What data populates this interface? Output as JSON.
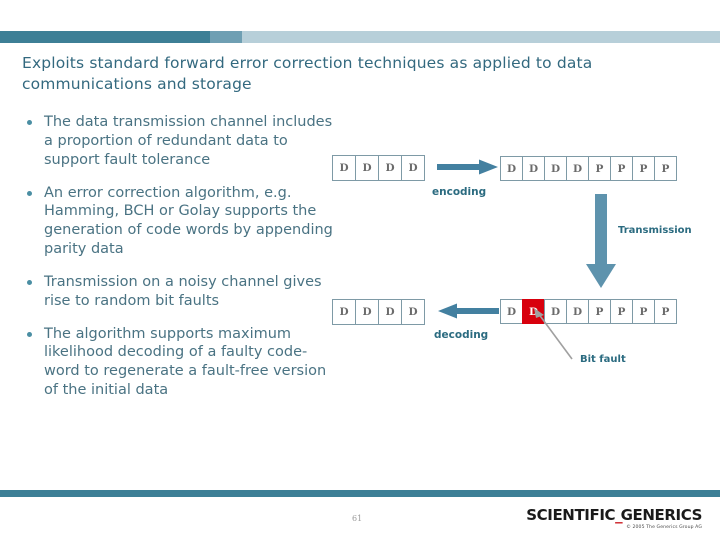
{
  "slide": {
    "title": "Exploits standard forward error correction techniques as applied to data communications and storage",
    "page_number": "61",
    "accent_dark": "#3d7f96",
    "accent_mid": "#6f9fb3",
    "accent_light": "#b7cfd9",
    "text_color": "#4a7383",
    "fault_color": "#d8000d"
  },
  "bullets": [
    {
      "text": "The data transmission channel includes a proportion of redundant data to support fault tolerance"
    },
    {
      "text": "An error correction algorithm, e.g. Hamming, BCH or Golay supports the generation of code words by appending parity data"
    },
    {
      "text": "Transmission on a noisy channel gives rise to random bit faults"
    },
    {
      "text": "The algorithm supports maximum likelihood decoding of a faulty code-word to regenerate a fault-free version of the initial data"
    }
  ],
  "diagram": {
    "top_left_word": [
      "D",
      "D",
      "D",
      "D"
    ],
    "top_right_codeword": [
      "D",
      "D",
      "D",
      "D",
      "P",
      "P",
      "P",
      "P"
    ],
    "bottom_left_word": [
      "D",
      "D",
      "D",
      "D"
    ],
    "bottom_right_codeword": [
      {
        "label": "D",
        "fault": false
      },
      {
        "label": "D",
        "fault": true
      },
      {
        "label": "D",
        "fault": false
      },
      {
        "label": "D",
        "fault": false
      },
      {
        "label": "P",
        "fault": false
      },
      {
        "label": "P",
        "fault": false
      },
      {
        "label": "P",
        "fault": false
      },
      {
        "label": "P",
        "fault": false
      }
    ],
    "encoding_label": "encoding",
    "decoding_label": "decoding",
    "transmission_label": "Transmission",
    "bit_fault_label": "Bit fault"
  },
  "footer": {
    "brand_left": "SCIENTIFIC",
    "brand_sep": "_",
    "brand_right": "GENERICS",
    "copyright": "© 2005 The Generics Group AG"
  }
}
